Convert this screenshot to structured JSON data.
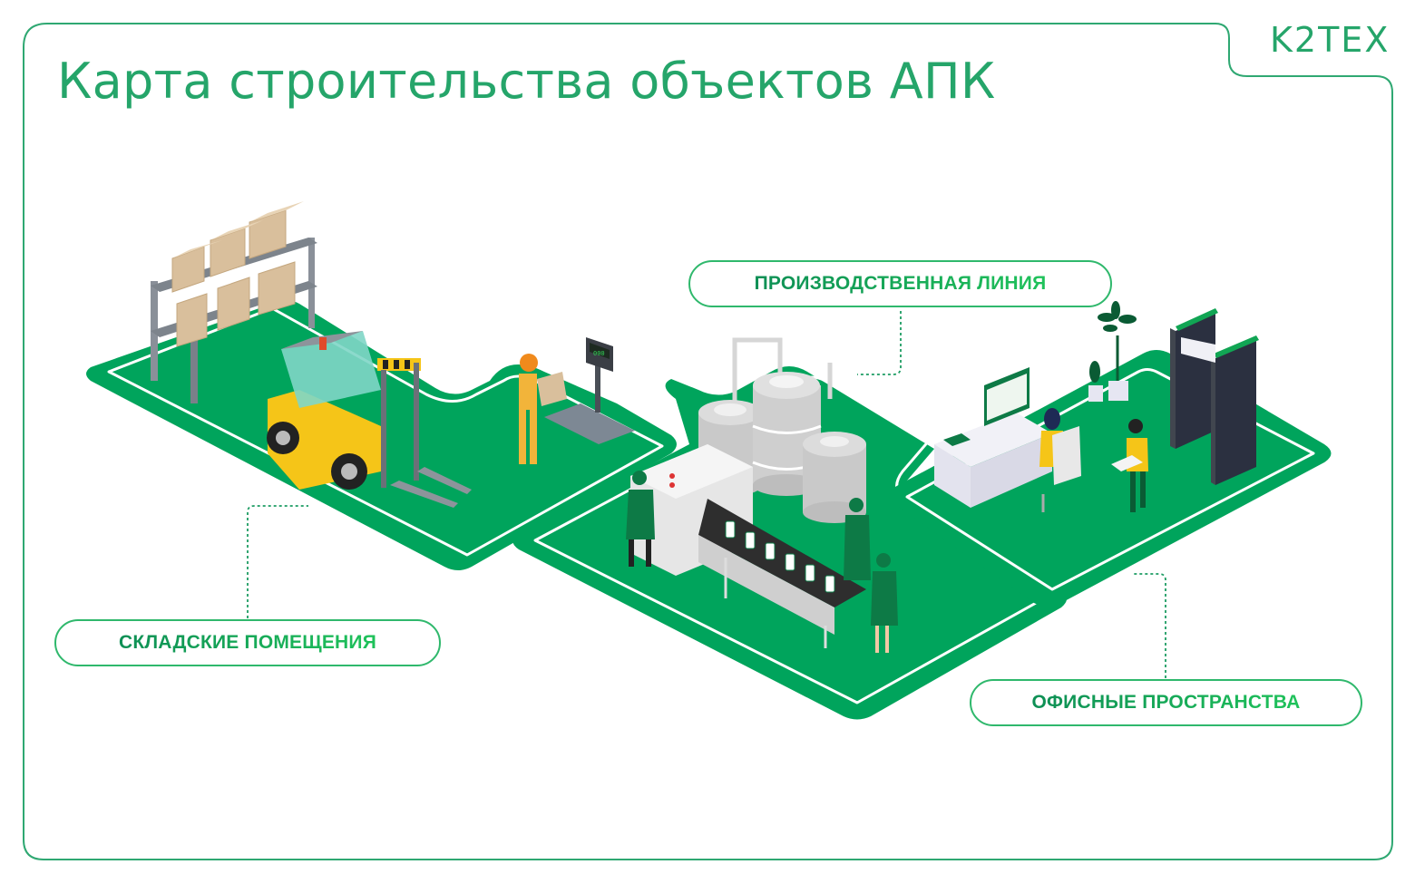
{
  "header": {
    "title": "Карта строительства объектов АПК",
    "logo": "K2TEX"
  },
  "zones": [
    {
      "id": "warehouse",
      "label": "СКЛАДСКИЕ ПОМЕЩЕНИЯ"
    },
    {
      "id": "production",
      "label": "ПРОИЗВОДСТВЕННАЯ ЛИНИЯ"
    },
    {
      "id": "office",
      "label": "ОФИСНЫЕ ПРОСТРАНСТВА"
    }
  ],
  "scale_display": "000",
  "colors": {
    "brand_green": "#25a56a",
    "floor_green": "#00a45c",
    "label_gradient_start": "#0e8f55",
    "label_gradient_end": "#1fc25a",
    "frame_line": "#2fa872"
  }
}
